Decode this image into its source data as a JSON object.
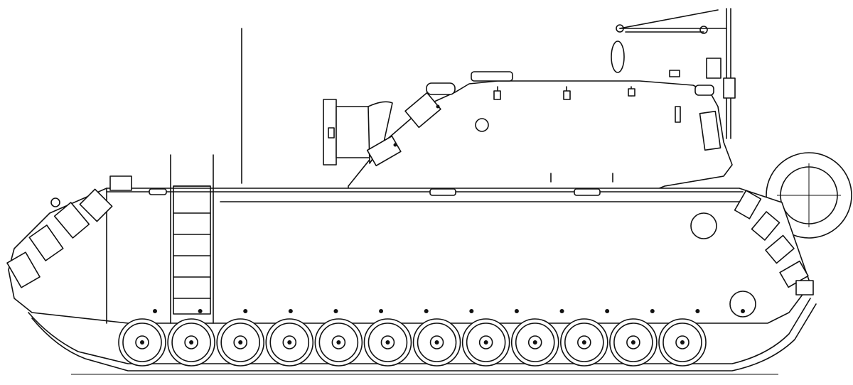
{
  "drawing": {
    "subject": "",
    "style": "black line drawing on white background",
    "road_wheel_count": 12,
    "bolt_count_lower_hull": 14,
    "line_color": "#111111",
    "background_color": "#ffffff"
  }
}
